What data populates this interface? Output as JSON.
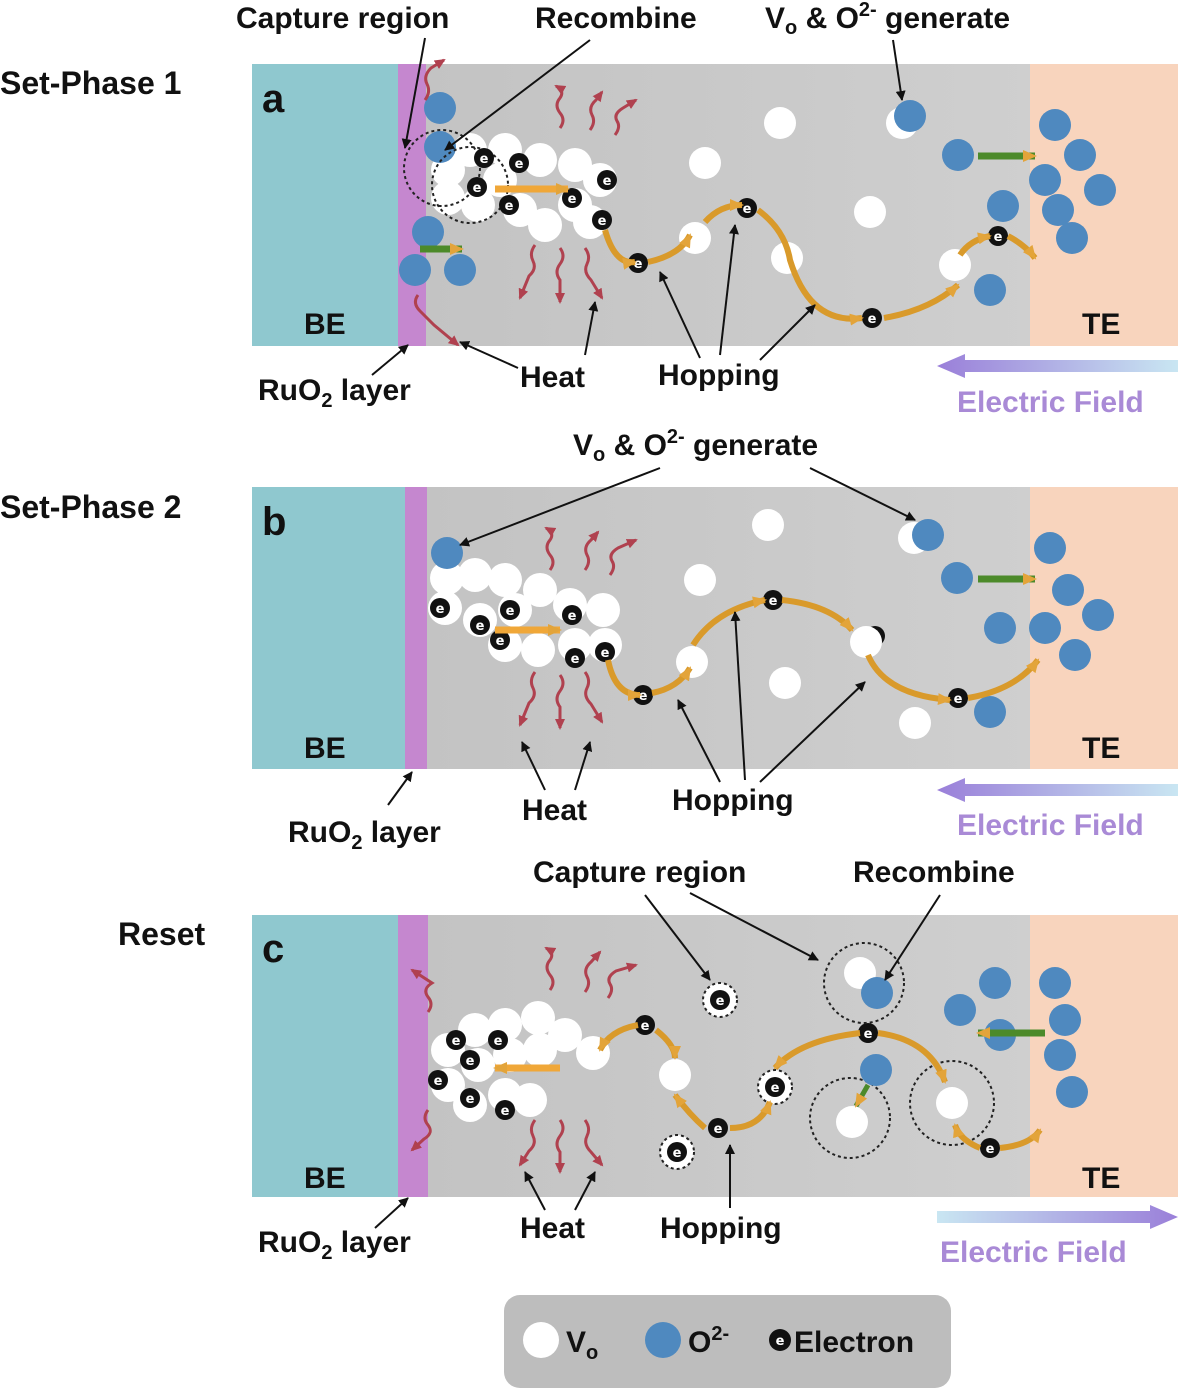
{
  "panels": [
    {
      "id": "a",
      "phase_label": "Set-Phase 1",
      "letter": "a",
      "be_label": "BE",
      "te_label": "TE",
      "rubo_label": "RuO",
      "rubo_sub": "2",
      "rubo_tail": " layer",
      "annotations": {
        "capture": "Capture region",
        "recombine": "Recombine",
        "vo_generate_prefix": "V",
        "vo_generate_sub": "o",
        "vo_generate_mid": " & O",
        "vo_generate_sup": "2-",
        "vo_generate_tail": " generate",
        "heat": "Heat",
        "hopping": "Hopping"
      },
      "electric_field": "Electric Field",
      "field_direction": "left"
    },
    {
      "id": "b",
      "phase_label": "Set-Phase 2",
      "letter": "b",
      "be_label": "BE",
      "te_label": "TE",
      "rubo_label": "RuO",
      "rubo_sub": "2",
      "rubo_tail": " layer",
      "annotations": {
        "vo_generate_prefix": "V",
        "vo_generate_sub": "o",
        "vo_generate_mid": " & O",
        "vo_generate_sup": "2-",
        "vo_generate_tail": " generate",
        "heat": "Heat",
        "hopping": "Hopping"
      },
      "electric_field": "Electric Field",
      "field_direction": "left"
    },
    {
      "id": "c",
      "phase_label": "Reset",
      "letter": "c",
      "be_label": "BE",
      "te_label": "TE",
      "rubo_label": "RuO",
      "rubo_sub": "2",
      "rubo_tail": " layer",
      "annotations": {
        "capture": "Capture region",
        "recombine": "Recombine",
        "heat": "Heat",
        "hopping": "Hopping"
      },
      "electric_field": "Electric Field",
      "field_direction": "right"
    }
  ],
  "legend": {
    "vo_prefix": "V",
    "vo_sub": "o",
    "o2_prefix": "O",
    "o2_sup": "2-",
    "electron_symbol": "e",
    "electron_label": "Electron"
  },
  "colors": {
    "be": "#8fc8cf",
    "te": "#f8d4bd",
    "ruo2": "#c587cf",
    "oxide": "#c9c9c9",
    "vo": "#ffffff",
    "o2": "#4f89bf",
    "electron": "#111111",
    "heat": "#b0414f",
    "hop_arrow": "#d99a2b",
    "move_arrow": "#f0a738",
    "o2_arrow": "#4c8a2a",
    "field": "#a98ad6",
    "legend_bg": "#bdbdbd"
  }
}
